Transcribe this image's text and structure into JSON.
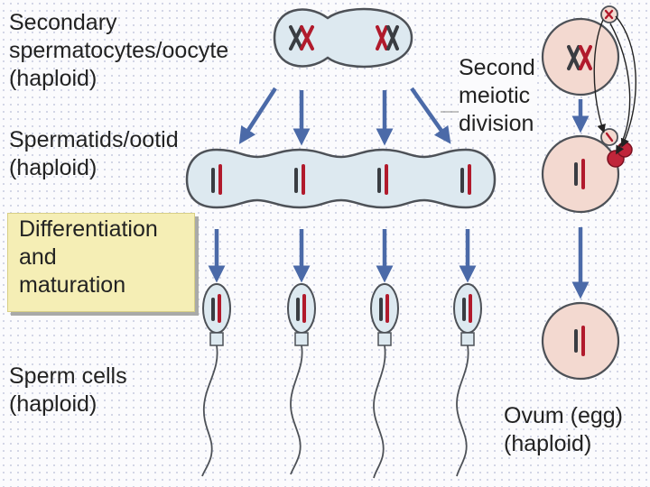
{
  "labels": {
    "secondary": [
      "Secondary",
      "spermatocytes/oocyte",
      "(haploid)"
    ],
    "spermatids": [
      "Spermatids/ootid",
      "(haploid)"
    ],
    "differentiation": [
      "Differentiation",
      "and",
      "maturation"
    ],
    "sperm_cells": [
      "Sperm cells",
      "(haploid)"
    ],
    "second_division": [
      "Second",
      "meiotic",
      "division"
    ],
    "ovum": [
      "Ovum (egg)",
      "(haploid)"
    ]
  },
  "colors": {
    "cell_fill": "#dde9f0",
    "cell_stroke": "#4d5157",
    "egg_fill": "#f3d9d0",
    "chromosome": "#b11a2c",
    "chromosome_dark": "#3a3d42",
    "arrow": "#4b6aa8",
    "callout_bg": "#f5eeb5"
  }
}
